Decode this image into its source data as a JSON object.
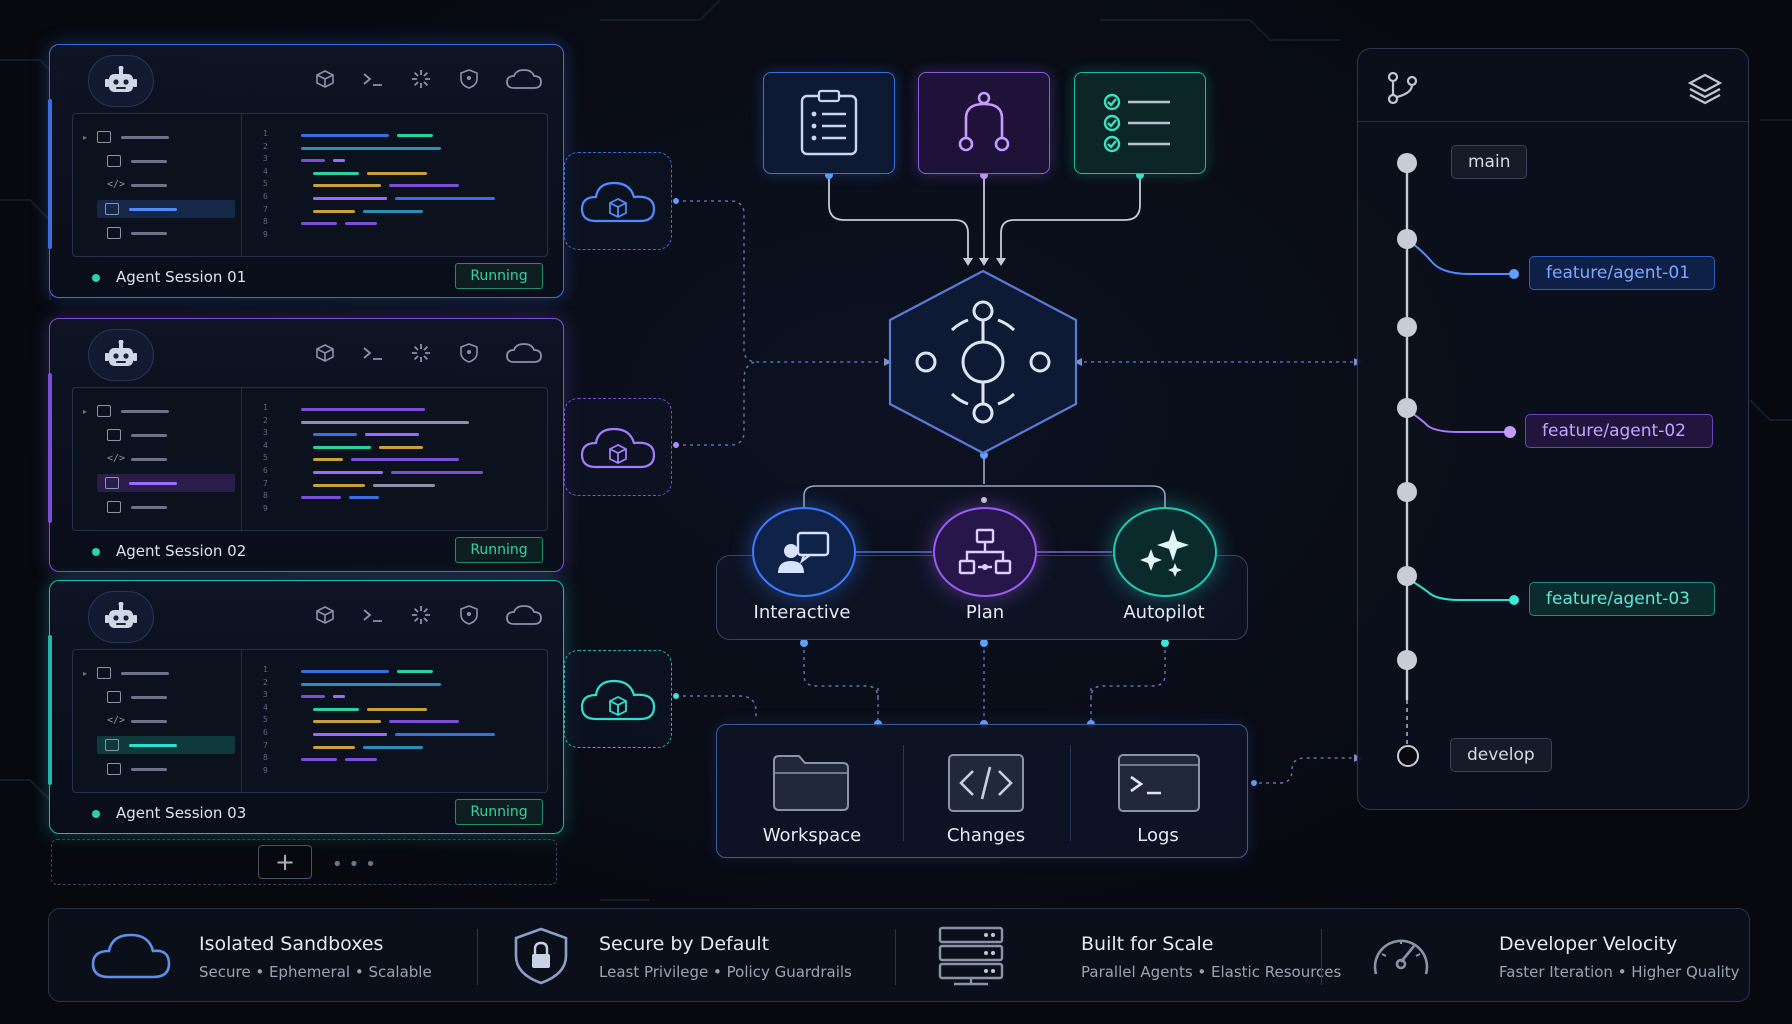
{
  "sessions": [
    {
      "name": "Agent Session 01",
      "status": "Running",
      "accent": "#3b6fe0",
      "accent2": "#4f8dff",
      "selbg": "#162848",
      "glow": "rgba(59,111,224,0.35)"
    },
    {
      "name": "Agent Session 02",
      "status": "Running",
      "accent": "#7a4fd6",
      "accent2": "#9b6bff",
      "selbg": "#2a1d4a",
      "glow": "rgba(122,79,214,0.35)"
    },
    {
      "name": "Agent Session 03",
      "status": "Running",
      "accent": "#1fb8b0",
      "accent2": "#2ee0d0",
      "selbg": "#0f3a3c",
      "glow": "rgba(31,184,176,0.35)"
    }
  ],
  "line_numbers": "1\n2\n3\n4\n5\n6\n7\n8\n9",
  "add_session": {
    "label": "+",
    "more": "•••"
  },
  "modes": [
    {
      "label": "Interactive",
      "color": "#3b7bff"
    },
    {
      "label": "Plan",
      "color": "#9b5cf6"
    },
    {
      "label": "Autopilot",
      "color": "#22c7b8"
    }
  ],
  "workspace": [
    {
      "label": "Workspace",
      "icon": "folder-icon"
    },
    {
      "label": "Changes",
      "icon": "code-icon"
    },
    {
      "label": "Logs",
      "icon": "terminal-icon"
    }
  ],
  "branches": {
    "main": "main",
    "develop": "develop",
    "features": [
      {
        "label": "feature/agent-01",
        "color": "#4f8dff"
      },
      {
        "label": "feature/agent-02",
        "color": "#a77bff"
      },
      {
        "label": "feature/agent-03",
        "color": "#2fe0d0"
      }
    ]
  },
  "features": [
    {
      "title": "Isolated Sandboxes",
      "subtitle": "Secure  •  Ephemeral  •  Scalable",
      "icon": "cloud-icon"
    },
    {
      "title": "Secure by Default",
      "subtitle": "Least Privilege  •  Policy Guardrails",
      "icon": "shield-lock-icon"
    },
    {
      "title": "Built for Scale",
      "subtitle": "Parallel Agents  •  Elastic Resources",
      "icon": "server-stack-icon"
    },
    {
      "title": "Developer Velocity",
      "subtitle": "Faster Iteration  •  Higher Quality",
      "icon": "speedometer-icon"
    }
  ]
}
